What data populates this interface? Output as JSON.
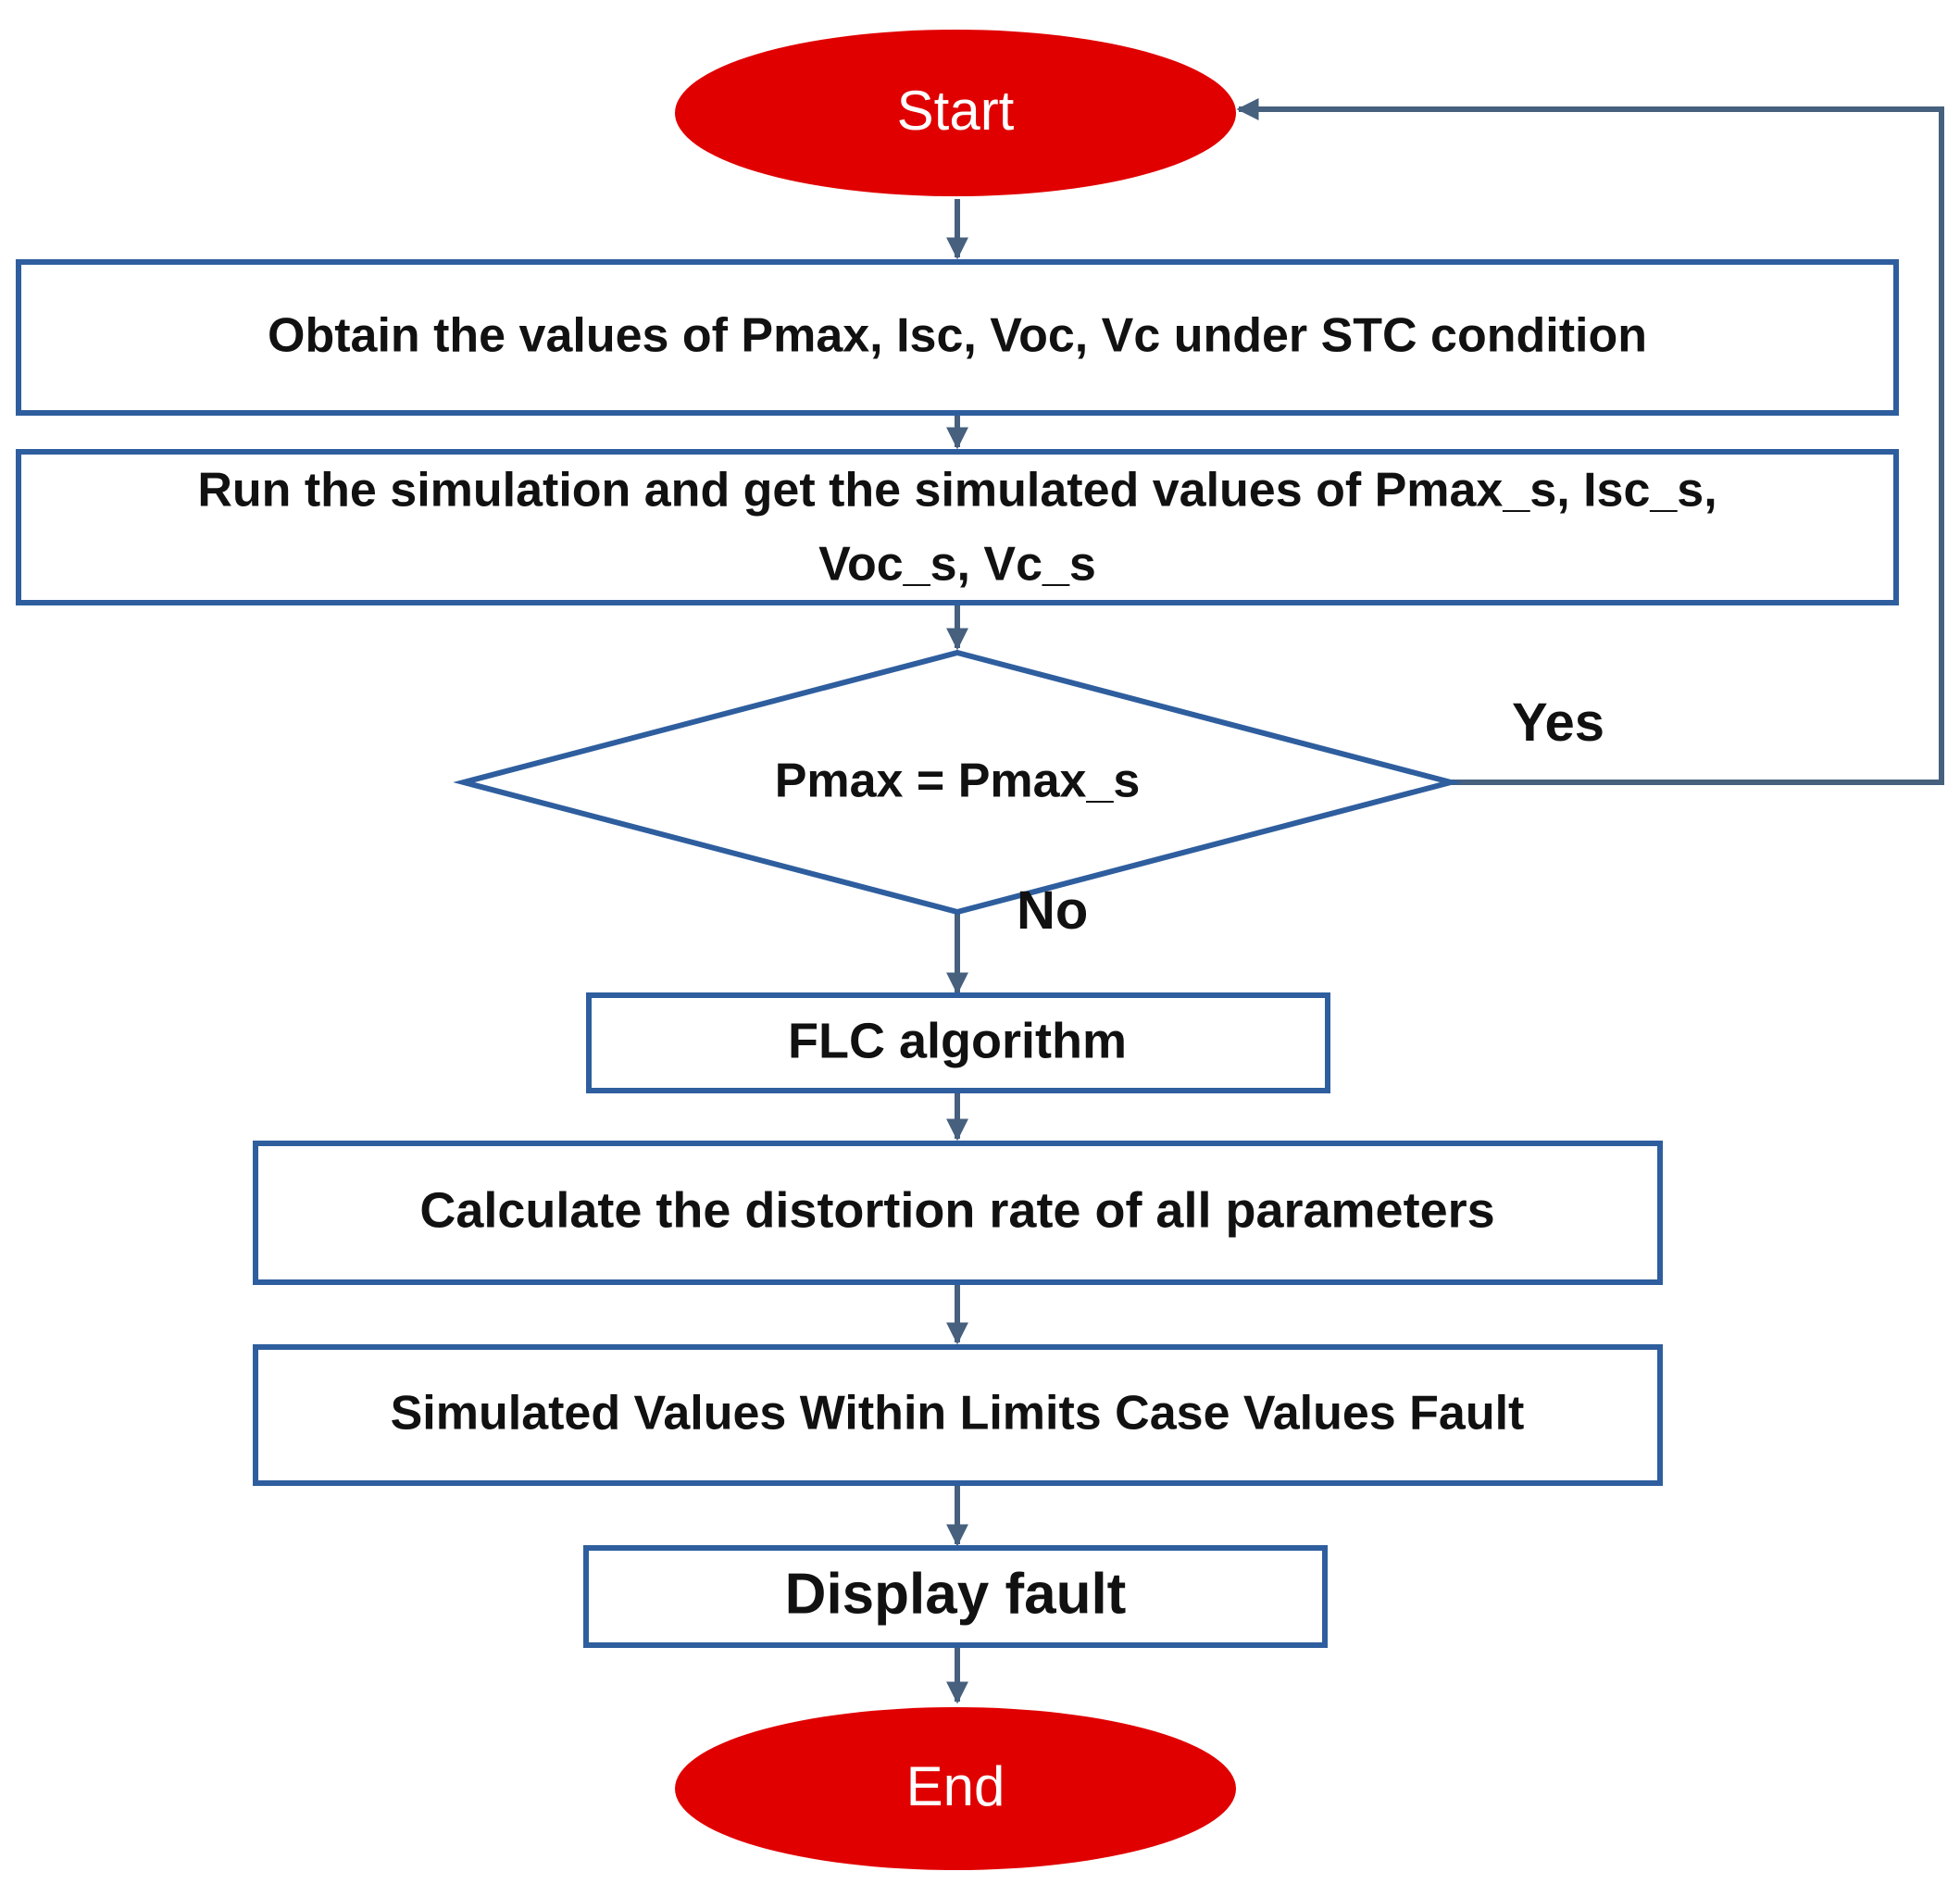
{
  "colors": {
    "terminal_fill": "#e00000",
    "box_stroke": "#2e5e9e",
    "arrow": "#46607e",
    "text": "#111111",
    "terminal_text": "#ffffff"
  },
  "nodes": {
    "start": "Start",
    "obtain": "Obtain the values of Pmax, Isc, Voc, Vc under STC condition",
    "simulate_line1": "Run the simulation and get the simulated values of Pmax_s, Isc_s,",
    "simulate_line2": "Voc_s, Vc_s",
    "decision": "Pmax = Pmax_s",
    "flc": "FLC algorithm",
    "calculate": "Calculate the distortion rate of all parameters",
    "limits": "Simulated Values Within Limits Case Values Fault",
    "display": "Display fault",
    "end": "End"
  },
  "edges": {
    "yes": "Yes",
    "no": "No"
  }
}
